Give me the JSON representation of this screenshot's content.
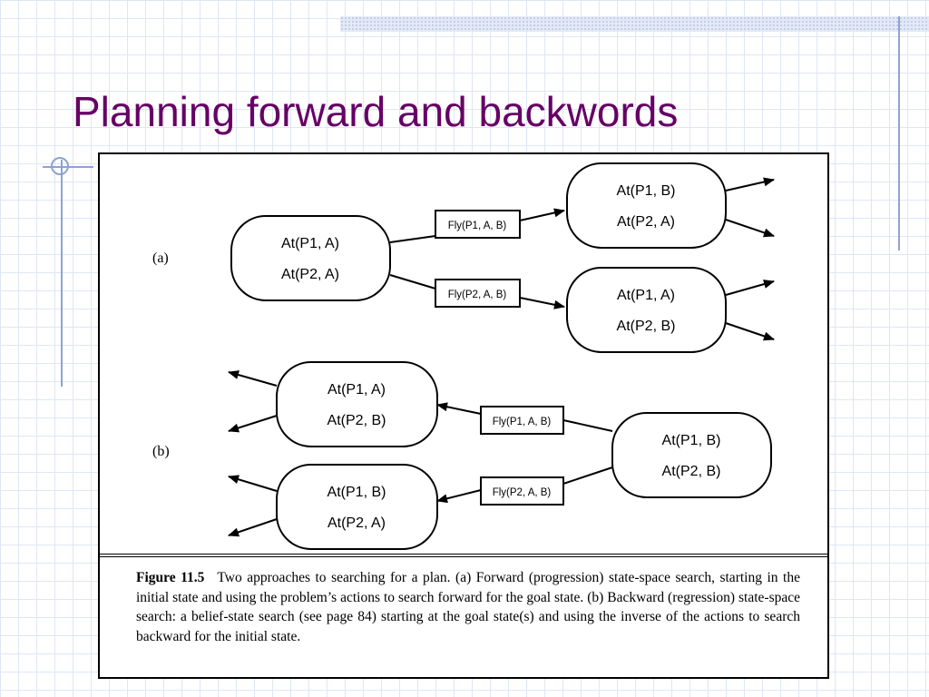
{
  "slide": {
    "title": "Planning forward and backwords"
  },
  "figure": {
    "panel_a": {
      "label": "(a)",
      "start": {
        "line1": "At(P1, A)",
        "line2": "At(P2, A)"
      },
      "actions": [
        "Fly(P1, A, B)",
        "Fly(P2, A, B)"
      ],
      "results": [
        {
          "line1": "At(P1, B)",
          "line2": "At(P2, A)"
        },
        {
          "line1": "At(P1, A)",
          "line2": "At(P2, B)"
        }
      ]
    },
    "panel_b": {
      "label": "(b)",
      "goal": {
        "line1": "At(P1, B)",
        "line2": "At(P2, B)"
      },
      "actions": [
        "Fly(P1, A, B)",
        "Fly(P2, A, B)"
      ],
      "results": [
        {
          "line1": "At(P1, A)",
          "line2": "At(P2, B)"
        },
        {
          "line1": "At(P1, B)",
          "line2": "At(P2, A)"
        }
      ]
    },
    "caption": {
      "label": "Figure 11.5",
      "text": "Two approaches to searching for a plan. (a) Forward (progression) state-space search, starting in the initial state and using the problem’s actions to search forward for the goal state. (b) Backward (regression) state-space search: a belief-state search (see page 84) starting at the goal state(s) and using the inverse of the actions to search backward for the initial state."
    }
  }
}
